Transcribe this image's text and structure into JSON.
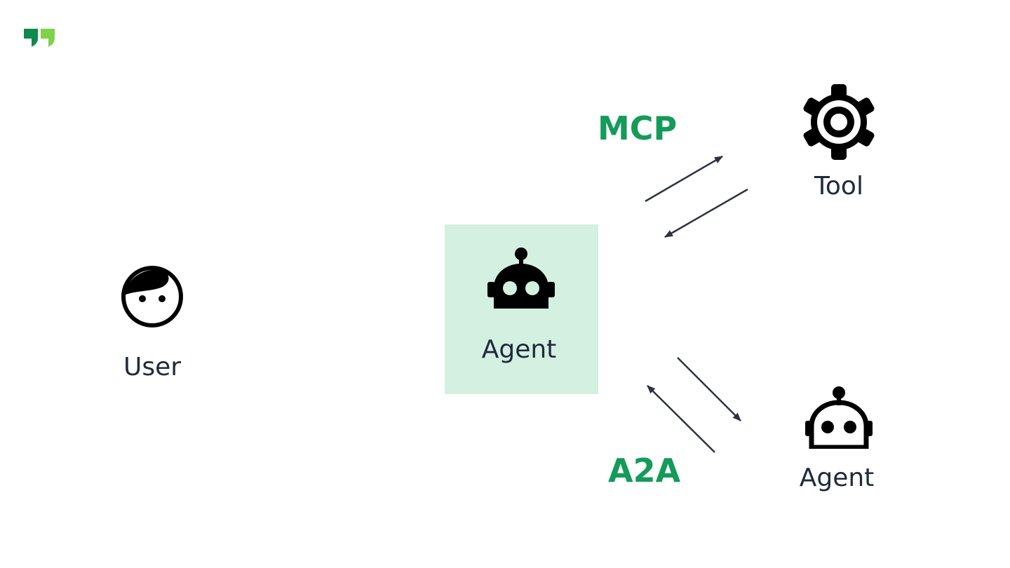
{
  "nodes": {
    "user": {
      "label": "User",
      "icon": "user-face-icon"
    },
    "agent_main": {
      "label": "Agent",
      "icon": "robot-icon"
    },
    "tool": {
      "label": "Tool",
      "icon": "gear-icon"
    },
    "agent_remote": {
      "label": "Agent",
      "icon": "robot-icon"
    }
  },
  "protocols": {
    "mcp": "MCP",
    "a2a": "A2A"
  },
  "edges": [
    {
      "from": "agent_main",
      "to": "tool",
      "via": "mcp"
    },
    {
      "from": "tool",
      "to": "agent_main",
      "via": "mcp"
    },
    {
      "from": "agent_main",
      "to": "agent_remote",
      "via": "a2a"
    },
    {
      "from": "agent_remote",
      "to": "agent_main",
      "via": "a2a"
    }
  ],
  "colors": {
    "agent_box": "#d3f0e0",
    "protocol_text": "#149b5a",
    "label_text": "#1f2a3c",
    "arrow": "#2d3240",
    "icon": "#000000",
    "logo_dark": "#0f8a4e",
    "logo_light": "#7fd24a"
  }
}
